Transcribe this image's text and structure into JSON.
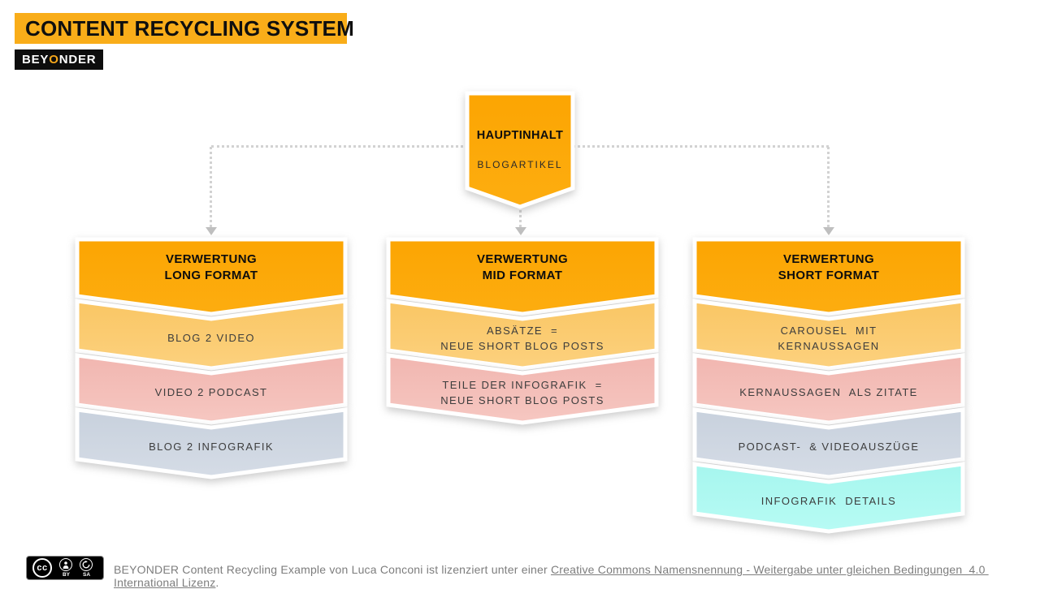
{
  "title_bar": {
    "text": "CONTENT RECYCLING SYSTEM",
    "bg": "#F9AD19"
  },
  "logo": {
    "pre": "BEY",
    "o": "O",
    "post": "NDER"
  },
  "root_node": {
    "title": "HAUPTINHALT",
    "subtitle": "BLOGARTIKEL"
  },
  "columns": [
    {
      "id": "long-format",
      "header": [
        "VERWERTUNG",
        "LONG FORMAT"
      ],
      "bands": [
        {
          "label": [
            "BLOG 2 VIDEO"
          ],
          "color": "lightOrange"
        },
        {
          "label": [
            "VIDEO 2 PODCAST"
          ],
          "color": "pink"
        },
        {
          "label": [
            "BLOG 2 INFOGRAFIK"
          ],
          "color": "gray"
        }
      ]
    },
    {
      "id": "mid-format",
      "header": [
        "VERWERTUNG",
        "MID FORMAT"
      ],
      "bands": [
        {
          "label": [
            "ABSÄTZE  =",
            "NEUE SHORT BLOG POSTS"
          ],
          "color": "lightOrange"
        },
        {
          "label": [
            "TEILE DER INFOGRAFIK  =",
            "NEUE SHORT BLOG POSTS"
          ],
          "color": "pink"
        }
      ]
    },
    {
      "id": "short-format",
      "header": [
        "VERWERTUNG",
        "SHORT FORMAT"
      ],
      "bands": [
        {
          "label": [
            "CAROUSEL  MIT",
            "KERNAUSSAGEN"
          ],
          "color": "lightOrange"
        },
        {
          "label": [
            "KERNAUSSAGEN  ALS ZITATE"
          ],
          "color": "pink"
        },
        {
          "label": [
            "PODCAST-  & VIDEOAUSZÜGE"
          ],
          "color": "gray"
        },
        {
          "label": [
            "INFOGRAFIK  DETAILS"
          ],
          "color": "cyan"
        }
      ]
    }
  ],
  "palette": {
    "orange": [
      "#FCA502",
      "#FDAD10"
    ],
    "lightOrange": [
      "#FAC664",
      "#FCD17E"
    ],
    "pink": [
      "#F1B6B0",
      "#F6C7C1"
    ],
    "gray": [
      "#C8D1DD",
      "#D5DCE6"
    ],
    "cyan": [
      "#A6F6EE",
      "#B7FBF4"
    ],
    "connector": "#d2d2d2",
    "arrow": "#bfbfbf"
  },
  "footer": {
    "badge": {
      "cc": "cc",
      "by": "BY",
      "sa": "SA"
    },
    "text": "BEYONDER Content Recycling Example von Luca Conconi ist lizenziert unter einer ",
    "link": "Creative Commons Namensnennung - Weitergabe unter gleichen Bedingungen  4.0 International Lizenz",
    "suffix": "."
  }
}
